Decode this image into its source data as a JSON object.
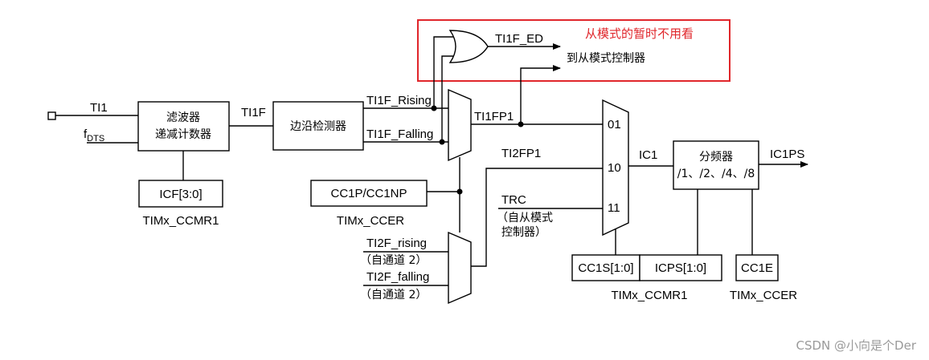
{
  "signals": {
    "ti1": "TI1",
    "fdts_main": "f",
    "fdts_sub": "DTS",
    "ti1f": "TI1F",
    "ti1f_rising": "TI1F_Rising",
    "ti1f_falling": "TI1F_Falling",
    "ti1fp1": "TI1FP1",
    "ti2fp1": "TI2FP1",
    "ti1f_ed": "TI1F_ED",
    "to_slave": "到从模式控制器",
    "trc": "TRC",
    "trc_note_1": "（自从模式",
    "trc_note_2": "控制器）",
    "ti2f_rising": "TI2F_rising",
    "ti2f_rising_note": "（自通道 2）",
    "ti2f_falling": "TI2F_falling",
    "ti2f_falling_note": "（自通道 2）",
    "ic1": "IC1",
    "ic1ps": "IC1PS"
  },
  "blocks": {
    "filter_1": "滤波器",
    "filter_2": "递减计数器",
    "edge": "边沿检测器",
    "icf": "ICF[3:0]",
    "cc1p": "CC1P/CC1NP",
    "prescaler_1": "分频器",
    "prescaler_2": "/1、/2、/4、/8",
    "cc1s": "CC1S[1:0]",
    "icps": "ICPS[1:0]",
    "cc1e": "CC1E"
  },
  "mux_inputs": {
    "in01": "01",
    "in10": "10",
    "in11": "11"
  },
  "registers": {
    "ccmr1_left": "TIMx_CCMR1",
    "ccer_left": "TIMx_CCER",
    "ccmr1_right": "TIMx_CCMR1",
    "ccer_right": "TIMx_CCER"
  },
  "annotation": {
    "text": "从模式的暂时不用看",
    "color": "#e0262b"
  },
  "watermark": "CSDN @小向是个Der"
}
